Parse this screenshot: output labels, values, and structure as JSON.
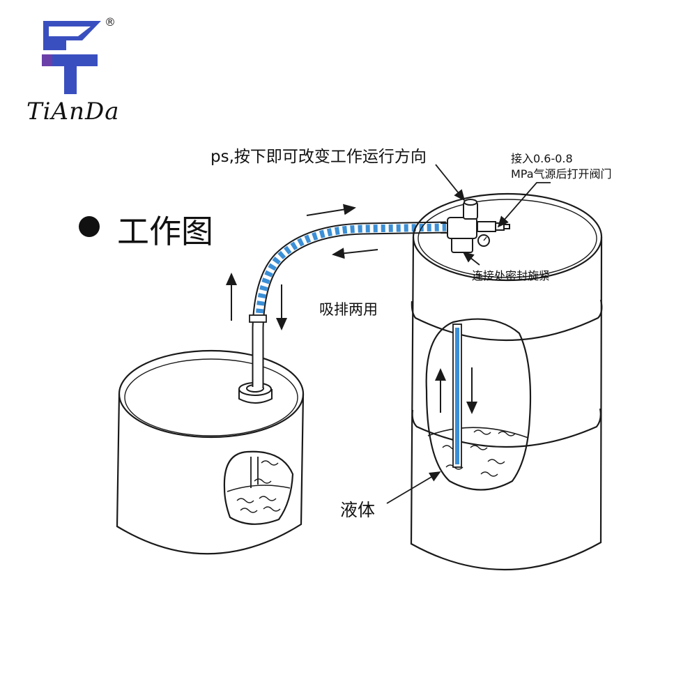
{
  "brand": {
    "name": "TiAnDa",
    "registered_mark": "®"
  },
  "title": "工作图",
  "labels": {
    "switch_note": "ps,按下即可改变工作运行方向",
    "air_inlet_line1": "接入0.6-0.8",
    "air_inlet_line2": "MPa气源后打开阀门",
    "seal_note": "连接处密封旋紧",
    "dual_use": "吸排两用",
    "liquid": "液体"
  },
  "colors": {
    "logo_blue": "#3a4fbf",
    "logo_purple": "#6a3fa8",
    "hose_blue": "#3b8fd6",
    "line": "#1a1a1a"
  }
}
